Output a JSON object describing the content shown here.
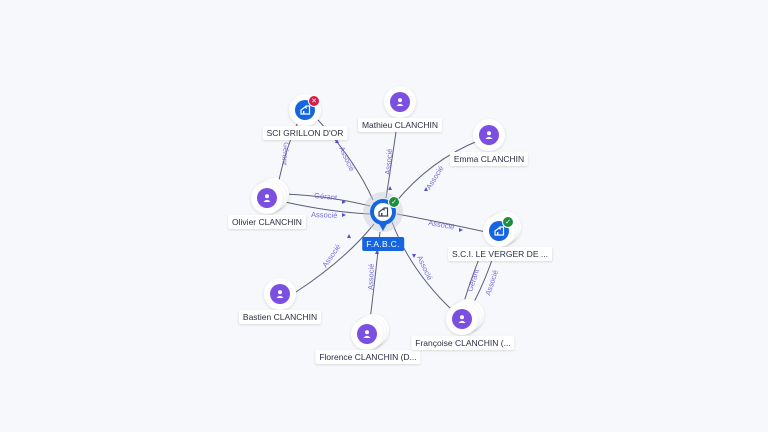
{
  "colors": {
    "person": "#7b4fe0",
    "company": "#1565e0",
    "edge": "#5b5f7a",
    "edge_label": "#7a6ce0",
    "active_badge": "#1e8e3e",
    "closed_badge": "#d81b48",
    "background": "#f7f8fb"
  },
  "center": {
    "name": "F.A.B.C.",
    "icon": "building-icon",
    "status": "active"
  },
  "nodes": [
    {
      "id": "sci-grillon",
      "name": "SCI GRILLON D'OR",
      "type": "company",
      "icon": "building-icon",
      "status": "closed",
      "stacked": false
    },
    {
      "id": "mathieu",
      "name": "Mathieu CLANCHIN",
      "type": "person",
      "icon": "person-icon",
      "stacked": false
    },
    {
      "id": "emma",
      "name": "Emma CLANCHIN",
      "type": "person",
      "icon": "person-icon",
      "stacked": false
    },
    {
      "id": "olivier",
      "name": "Olivier CLANCHIN",
      "type": "person",
      "icon": "person-icon",
      "stacked": true
    },
    {
      "id": "sci-verger",
      "name": "S.C.I. LE VERGER DE ...",
      "type": "company",
      "icon": "building-icon",
      "status": "active",
      "stacked": true
    },
    {
      "id": "bastien",
      "name": "Bastien CLANCHIN",
      "type": "person",
      "icon": "person-icon",
      "stacked": false
    },
    {
      "id": "florence",
      "name": "Florence CLANCHIN (D...",
      "type": "person",
      "icon": "person-icon",
      "stacked": true
    },
    {
      "id": "francoise",
      "name": "Françoise CLANCHIN (...",
      "type": "person",
      "icon": "person-icon",
      "stacked": true
    }
  ],
  "edges": [
    {
      "from": "sci-grillon",
      "to": "center",
      "label": "Associé"
    },
    {
      "from": "olivier",
      "to": "sci-grillon",
      "label": "Gérant"
    },
    {
      "from": "mathieu",
      "to": "center",
      "label": "Associé"
    },
    {
      "from": "emma",
      "to": "center",
      "label": "Associé"
    },
    {
      "from": "olivier",
      "to": "center",
      "label": "Gérant"
    },
    {
      "from": "olivier",
      "to": "center",
      "label": "Associé"
    },
    {
      "from": "center",
      "to": "sci-verger",
      "label": "Associé"
    },
    {
      "from": "bastien",
      "to": "center",
      "label": "Associé"
    },
    {
      "from": "florence",
      "to": "center",
      "label": "Associé"
    },
    {
      "from": "francoise",
      "to": "center",
      "label": "Associé"
    },
    {
      "from": "francoise",
      "to": "sci-verger",
      "label": "Gérant"
    },
    {
      "from": "francoise",
      "to": "sci-verger",
      "label": "Associé"
    }
  ]
}
